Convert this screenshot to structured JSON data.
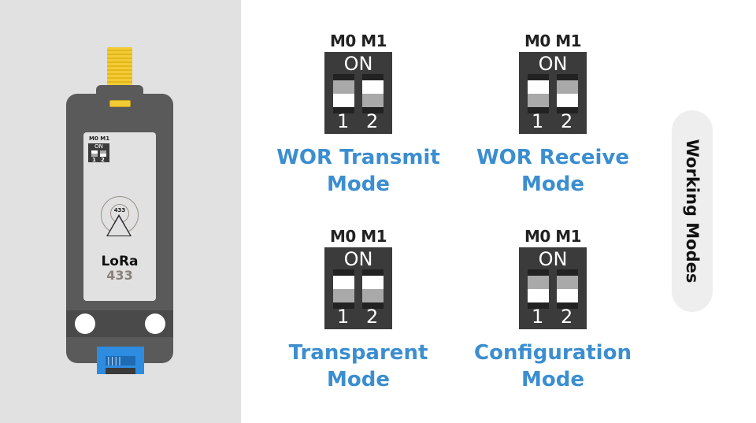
{
  "device": {
    "mini_switch_header": "M0 M1",
    "mini_switch_on": "ON",
    "mini_switch_numbers": [
      "1",
      "2"
    ],
    "frequency_badge": "433",
    "name": "LoRa",
    "frequency": "433",
    "colors": {
      "antenna": "#f2cb35",
      "body": "#5a5a5a",
      "connector": "#2d8ce0"
    }
  },
  "modes": [
    {
      "title_line1": "WOR Transmit",
      "title_line2": "Mode",
      "header": "M0 M1",
      "on_label": "ON",
      "numbers": [
        "1",
        "2"
      ],
      "switch1": "down",
      "switch2": "up"
    },
    {
      "title_line1": "WOR Receive",
      "title_line2": "Mode",
      "header": "M0 M1",
      "on_label": "ON",
      "numbers": [
        "1",
        "2"
      ],
      "switch1": "up",
      "switch2": "down"
    },
    {
      "title_line1": "Transparent",
      "title_line2": "Mode",
      "header": "M0 M1",
      "on_label": "ON",
      "numbers": [
        "1",
        "2"
      ],
      "switch1": "up",
      "switch2": "up"
    },
    {
      "title_line1": "Configuration",
      "title_line2": "Mode",
      "header": "M0 M1",
      "on_label": "ON",
      "numbers": [
        "1",
        "2"
      ],
      "switch1": "down",
      "switch2": "down"
    }
  ],
  "sidebar_label": "Working Modes",
  "accent_color": "#3b8ed0"
}
